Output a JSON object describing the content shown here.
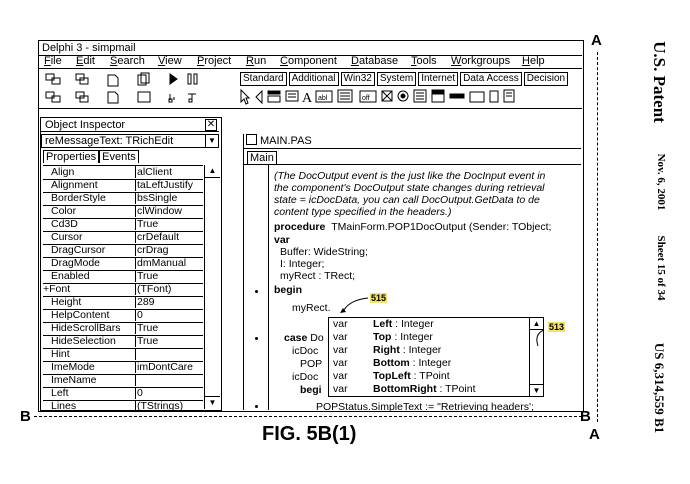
{
  "window_title": "Delphi 3 - simpmail",
  "menu": [
    "File",
    "Edit",
    "Search",
    "View",
    "Project",
    "Run",
    "Component",
    "Database",
    "Tools",
    "Workgroups",
    "Help"
  ],
  "palette_tabs": [
    "Standard",
    "Additional",
    "Win32",
    "System",
    "Internet",
    "Data Access",
    "Decision"
  ],
  "object_inspector": {
    "title": "Object Inspector",
    "selected_object": "reMessageText: TRichEdit",
    "tabs": [
      "Properties",
      "Events"
    ],
    "properties": [
      {
        "name": "Align",
        "value": "alClient"
      },
      {
        "name": "Alignment",
        "value": "taLeftJustify"
      },
      {
        "name": "BorderStyle",
        "value": "bsSingle"
      },
      {
        "name": "Color",
        "value": "clWindow"
      },
      {
        "name": "Cd3D",
        "value": "True"
      },
      {
        "name": "Cursor",
        "value": "crDefault"
      },
      {
        "name": "DragCursor",
        "value": "crDrag"
      },
      {
        "name": "DragMode",
        "value": "dmManual"
      },
      {
        "name": "Enabled",
        "value": "True"
      },
      {
        "name": "+Font",
        "value": "(TFont)"
      },
      {
        "name": "Height",
        "value": "289"
      },
      {
        "name": "HelpContent",
        "value": "0"
      },
      {
        "name": "HideScrollBars",
        "value": "True"
      },
      {
        "name": "HideSelection",
        "value": "True"
      },
      {
        "name": "Hint",
        "value": ""
      },
      {
        "name": "ImeMode",
        "value": "imDontCare"
      },
      {
        "name": "ImeName",
        "value": ""
      },
      {
        "name": "Left",
        "value": "0"
      },
      {
        "name": "Lines",
        "value": "(TStrings)"
      }
    ]
  },
  "editor": {
    "title": "MAIN.PAS",
    "tab": "Main",
    "comment_lines": [
      "(The DocOutput event is the just like the DocInput event in",
      "the component's DocOutput state changes during retrieval",
      "state = icDocData, you can call DocOutput.GetData to de",
      "content type specified in the headers.)"
    ],
    "proc_kw": "procedure",
    "proc_sig": "TMainForm.POP1DocOutput (Sender: TObject;",
    "var_kw": "var",
    "var_lines": [
      "Buffer: WideString;",
      "I: Integer;",
      "myRect  : TRect;"
    ],
    "begin_kw": "begin",
    "myrect_line": "myRect.",
    "partial_lines": [
      {
        "kw": "case",
        "text": "Do"
      },
      {
        "kw": "",
        "text": "icDoc"
      },
      {
        "kw": "",
        "text": "POP"
      },
      {
        "kw": "",
        "text": "icDoc"
      },
      {
        "kw": "begi",
        "text": ""
      }
    ],
    "last_line": "POPStatus.SimpleText  := \"Retrieving headers';"
  },
  "code_insight": [
    {
      "kind": "var",
      "name": "Left",
      "type": ": Integer"
    },
    {
      "kind": "var",
      "name": "Top",
      "type": ": Integer"
    },
    {
      "kind": "var",
      "name": "Right",
      "type": ": Integer"
    },
    {
      "kind": "var",
      "name": "Bottom",
      "type": ": Integer"
    },
    {
      "kind": "var",
      "name": "TopLeft",
      "type": ": TPoint"
    },
    {
      "kind": "var",
      "name": "BottomRight",
      "type": ": TPoint"
    }
  ],
  "callouts": {
    "c515": "515",
    "c513": "513"
  },
  "patent": {
    "side_title": "U.S. Patent",
    "side_date": "Nov. 6, 2001",
    "side_sheet": "Sheet 15 of 34",
    "side_number": "US 6,314,559 B1",
    "figure_label": "FIG. 5B(1)",
    "marker_a": "A",
    "marker_b": "B"
  }
}
